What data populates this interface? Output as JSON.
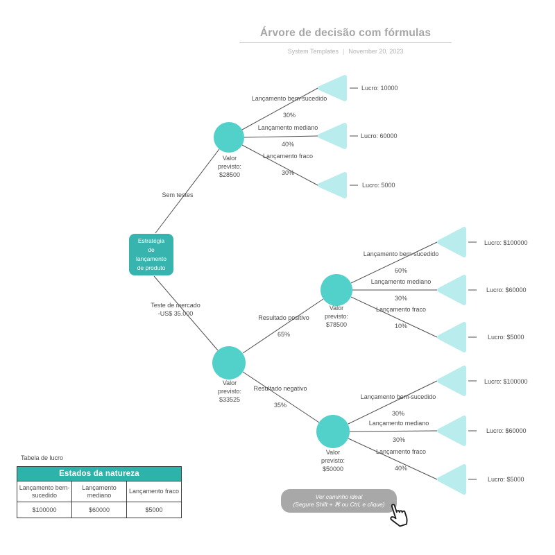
{
  "header": {
    "title": "Árvore de decisão com fórmulas",
    "byline": "System Templates",
    "divider": "|",
    "date": "November 20, 2023"
  },
  "colors": {
    "root_node": "#36b4ad",
    "chance_node": "#52d1cb",
    "end_node": "#b9ecec",
    "table_header": "#2eb3ab",
    "button_gray": "#a8a8a8",
    "edge_line": "#4d4d4d"
  },
  "tree": {
    "root_label": "Estratégia\nde\nlançamento\nde produto",
    "edge_labels": {
      "no_test": "Sem testes",
      "market_test": "Teste de mercado\n-US$ 35.000"
    },
    "chance_nodes": [
      {
        "label": "Valor\nprevisto:\n$28500"
      },
      {
        "label": "Valor\nprevisto:\n$33525"
      },
      {
        "label": "Valor\nprevisto:\n$78500"
      },
      {
        "label": "Valor\nprevisto:\n$50000"
      }
    ],
    "branches": {
      "no_test": [
        {
          "label": "Lançamento bem-sucedido",
          "pct": "30%"
        },
        {
          "label": "Lançamento mediano",
          "pct": "40%"
        },
        {
          "label": "Lançamento fraco",
          "pct": "30%"
        }
      ],
      "market_test": [
        {
          "label": "Resultado positivo",
          "pct": "65%"
        },
        {
          "label": "Resultado negativo",
          "pct": "35%"
        }
      ],
      "positive": [
        {
          "label": "Lançamento bem-sucedido",
          "pct": "60%"
        },
        {
          "label": "Lançamento mediano",
          "pct": "30%"
        },
        {
          "label": "Lançamento fraco",
          "pct": "10%"
        }
      ],
      "negative": [
        {
          "label": "Lançamento bem-sucedido",
          "pct": "30%"
        },
        {
          "label": "Lançamento mediano",
          "pct": "30%"
        },
        {
          "label": "Lançamento fraco",
          "pct": "40%"
        }
      ]
    },
    "payoffs": {
      "no_test": [
        "Lucro: 10000",
        "Lucro: 60000",
        "Lucro: 5000"
      ],
      "positive": [
        "Lucro: $100000",
        "Lucro: $60000",
        "Lucro: $5000"
      ],
      "negative": [
        "Lucro: $100000",
        "Lucro: $60000",
        "Lucro: $5000"
      ]
    }
  },
  "profit_table": {
    "caption": "Tabela de lucro",
    "header": "Estados da natureza",
    "columns": [
      "Lançamento bem-sucedido",
      "Lançamento mediano",
      "Lançamento fraco"
    ],
    "values": [
      "$100000",
      "$60000",
      "$5000"
    ]
  },
  "ideal_path_button": {
    "line1": "Ver caminho ideal",
    "line2": "(Segure Shift + ⌘ ou Ctrl, e clique)"
  }
}
